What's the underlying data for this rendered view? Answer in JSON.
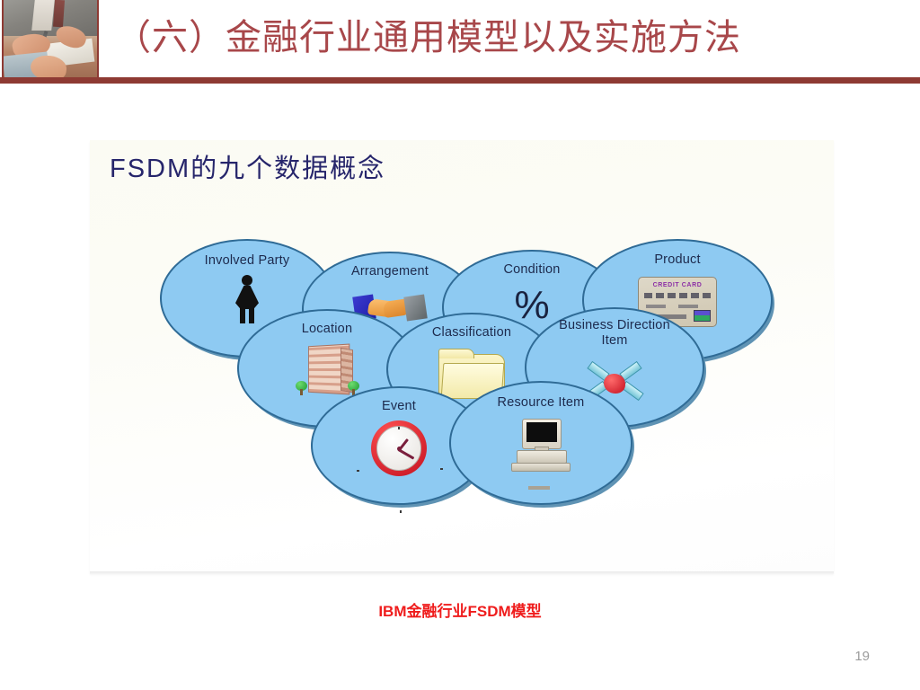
{
  "slide": {
    "title": "（六）金融行业通用模型以及实施方法",
    "page_number": "19",
    "caption": "IBM金融行业FSDM模型",
    "header_photo_alt": "business-people-signing-documents-photo",
    "accent_red": "#8e3a33",
    "title_color": "#a8474a",
    "caption_color": "#ef1c1c"
  },
  "diagram": {
    "title": "FSDM的九个数据概念",
    "title_color": "#26256b",
    "ellipse_fill": "#8ecaf2",
    "ellipse_stroke": "#2f6b96",
    "concept_count": 9,
    "concepts": [
      {
        "label": "Involved Party",
        "icon": "person-icon",
        "row": 1
      },
      {
        "label": "Arrangement",
        "icon": "handshake-icon",
        "row": 1
      },
      {
        "label": "Condition",
        "icon": "percent-icon",
        "row": 1,
        "icon_text": "%"
      },
      {
        "label": "Product",
        "icon": "credit-card-icon",
        "row": 1
      },
      {
        "label": "Location",
        "icon": "building-icon",
        "row": 2
      },
      {
        "label": "Classification",
        "icon": "folder-icon",
        "row": 2
      },
      {
        "label": "Business Direction Item",
        "icon": "direction-hub-icon",
        "row": 2
      },
      {
        "label": "Event",
        "icon": "clock-icon",
        "row": 3
      },
      {
        "label": "Resource Item",
        "icon": "computer-icon",
        "row": 3
      }
    ],
    "credit_card": {
      "brand_text": "CREDIT CARD"
    }
  }
}
